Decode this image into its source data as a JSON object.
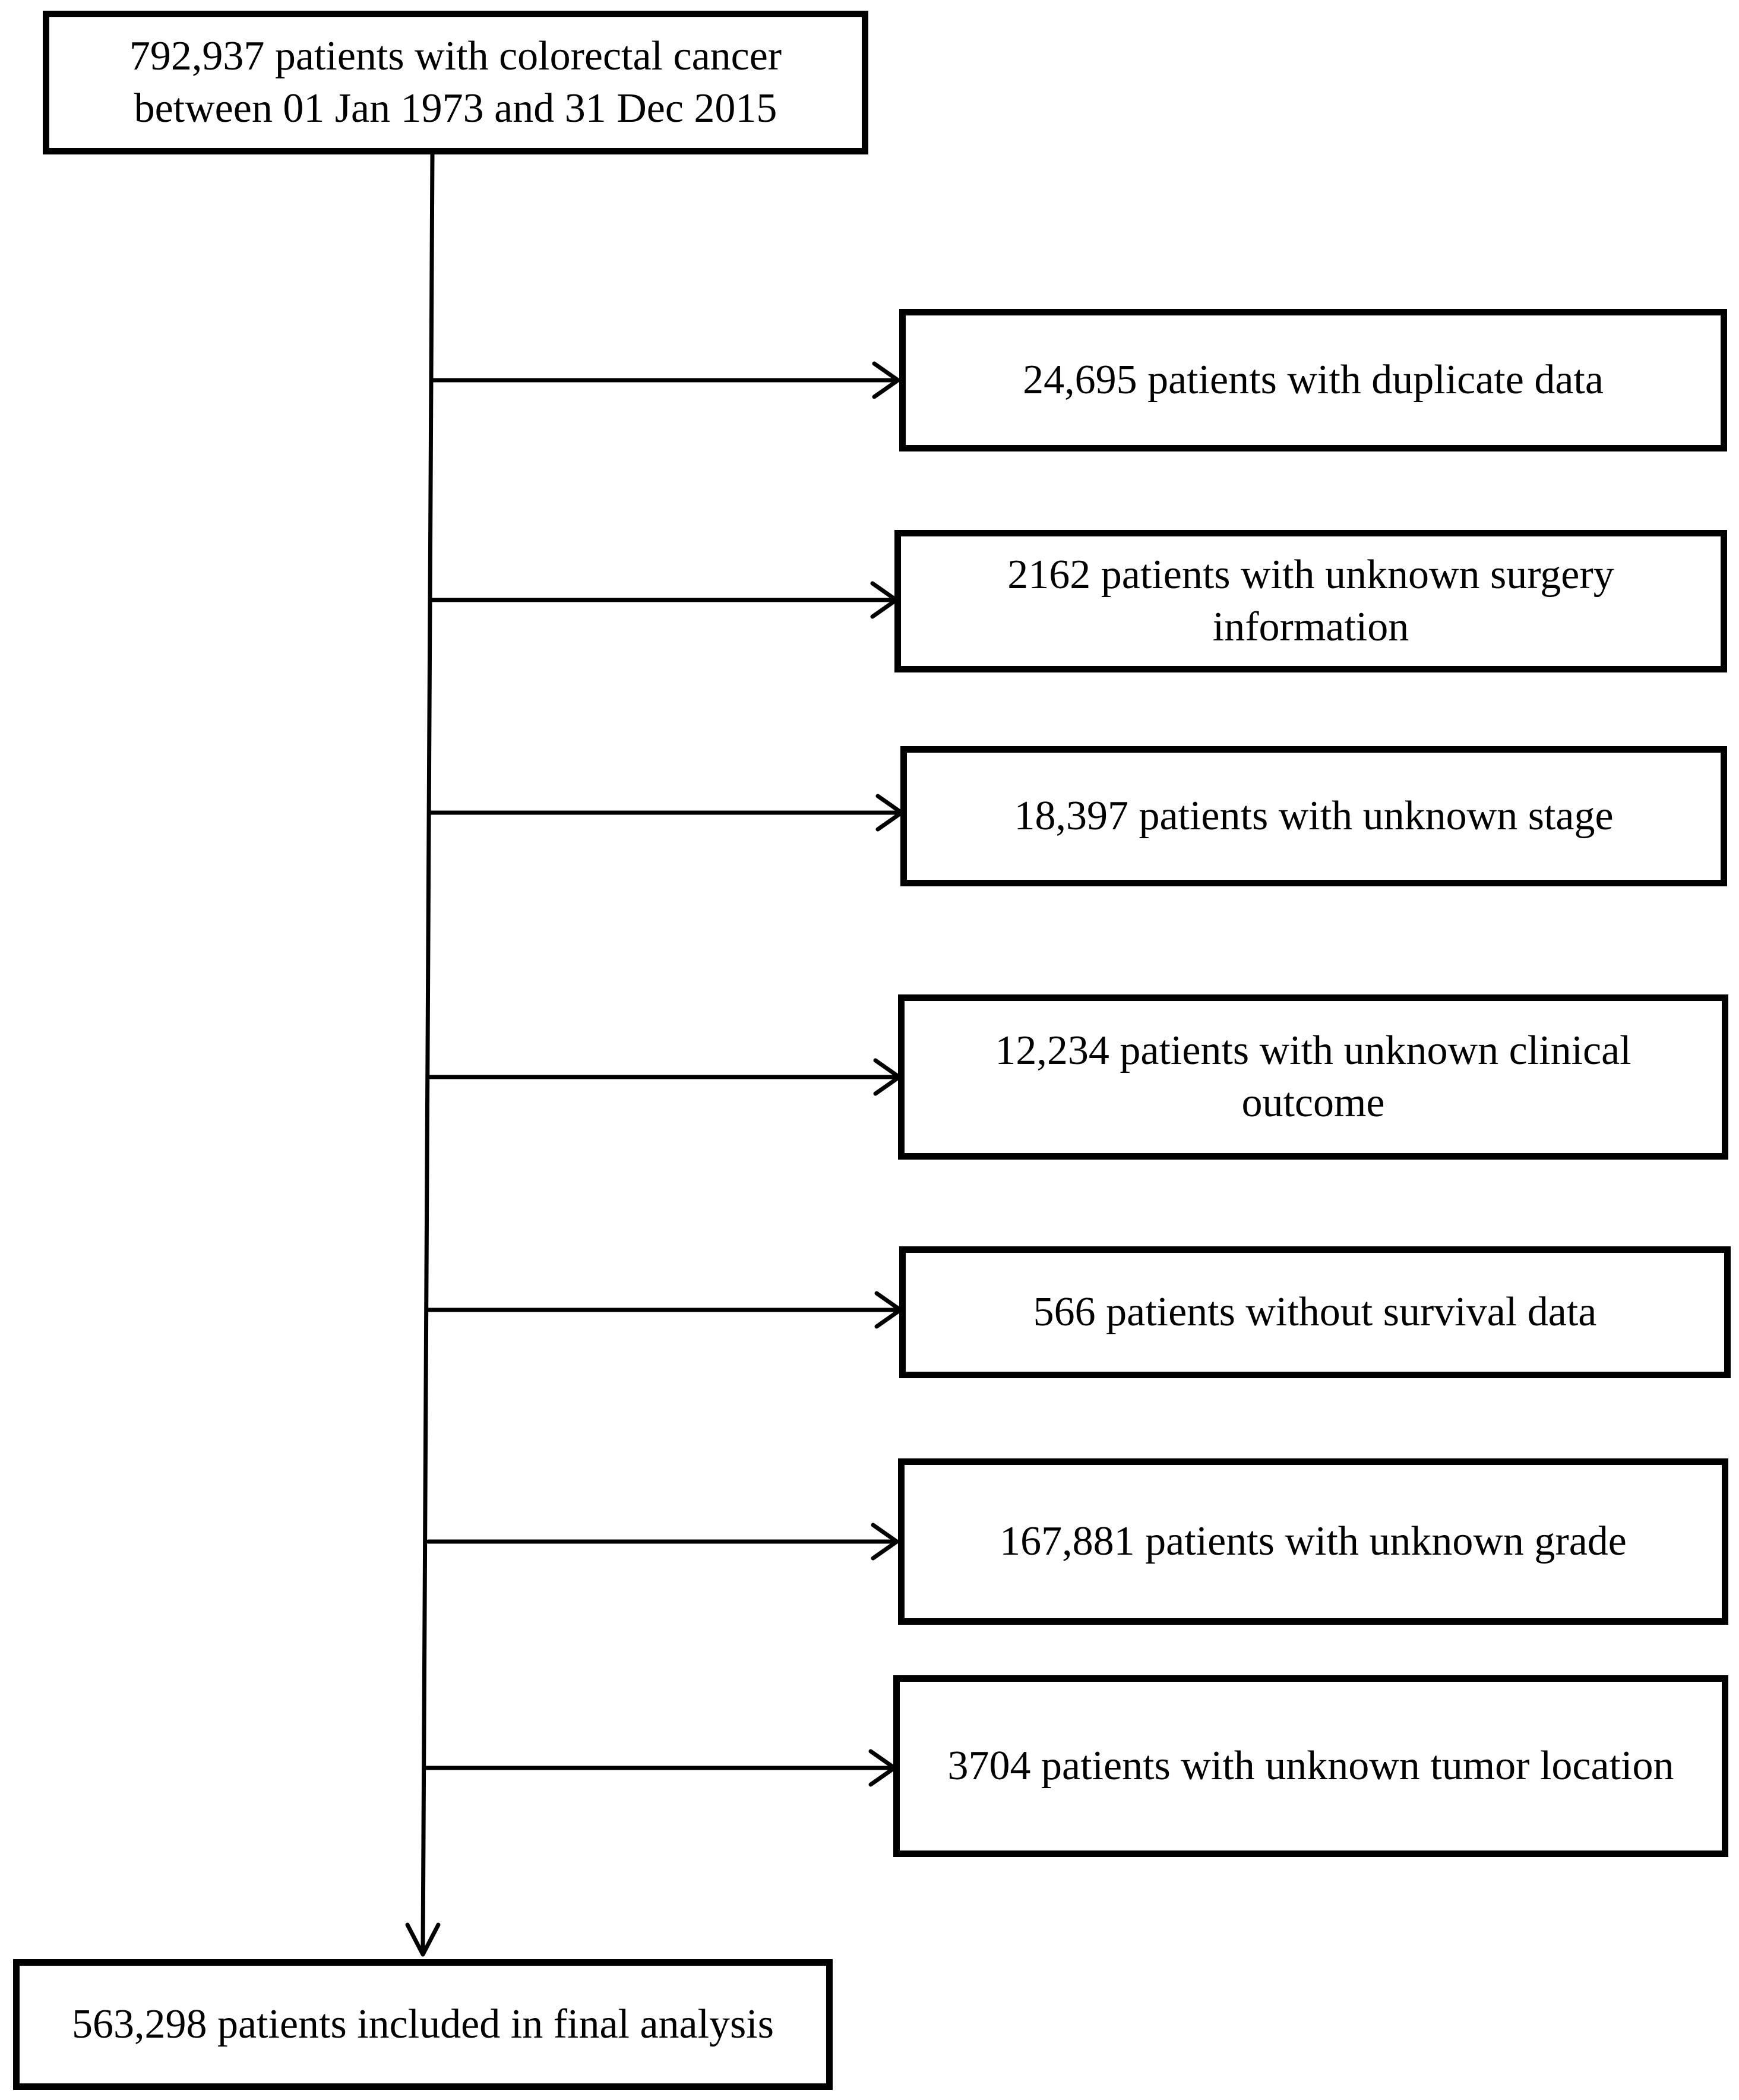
{
  "flowchart": {
    "start": "792,937 patients with colorectal cancer between 01 Jan 1973 and 31 Dec 2015",
    "exclusions": [
      "24,695 patients with duplicate data",
      "2162 patients with unknown surgery information",
      "18,397 patients with unknown stage",
      "12,234 patients with unknown clinical outcome",
      "566 patients without survival data",
      "167,881 patients with unknown grade",
      "3704 patients with unknown tumor location"
    ],
    "final": "563,298 patients included in final analysis"
  },
  "colors": {
    "stroke": "#000000",
    "background": "#ffffff"
  }
}
